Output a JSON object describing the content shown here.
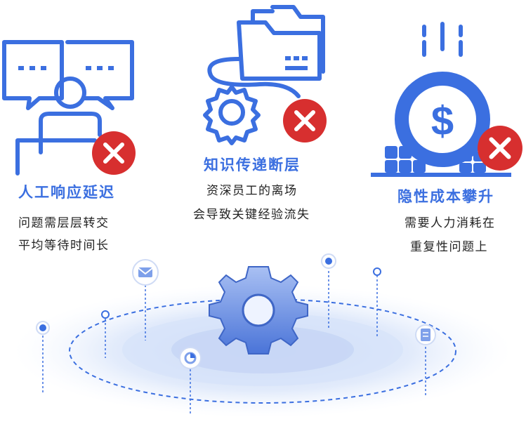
{
  "colors": {
    "accent": "#3b6fe0",
    "danger": "#d72f2f",
    "text": "#222222"
  },
  "cards": [
    {
      "title": "人工响应延迟",
      "lines": [
        "问题需层层转交",
        "平均等待时间长"
      ],
      "icon": "support-agent-icon"
    },
    {
      "title": "知识传递断层",
      "lines": [
        "资深员工的离场",
        "会导致关键经验流失"
      ],
      "icon": "folder-gear-icon"
    },
    {
      "title": "隐性成本攀升",
      "lines": [
        "需要人力消耗在",
        "重复性问题上"
      ],
      "icon": "coin-cost-icon"
    }
  ],
  "bottom_icons": [
    "mail-icon",
    "chart-icon",
    "target-icon",
    "location-pin-icon",
    "document-icon",
    "gear-icon"
  ]
}
